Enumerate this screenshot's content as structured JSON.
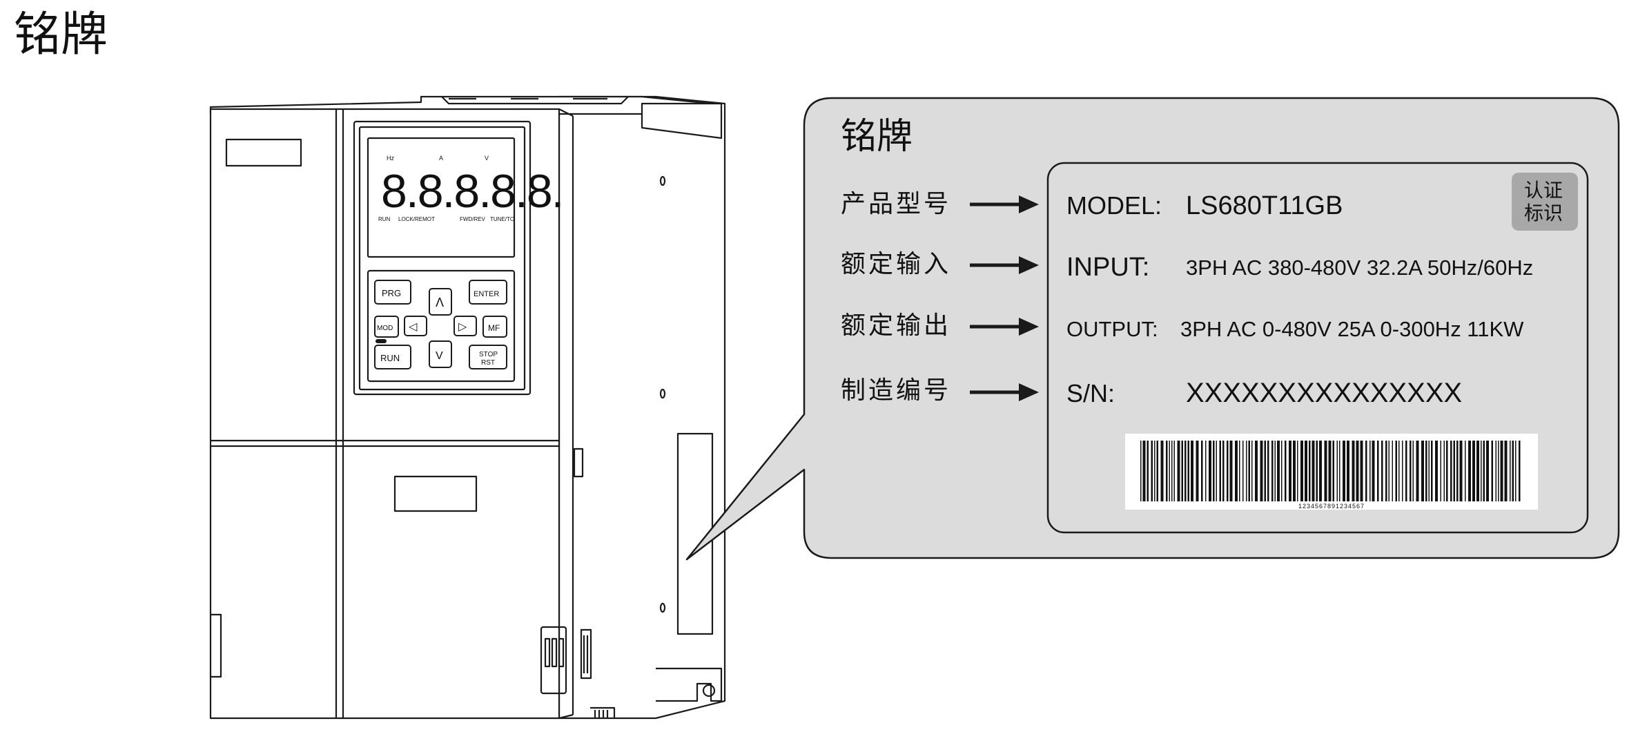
{
  "page": {
    "title": "铭牌"
  },
  "callout": {
    "title": "铭牌"
  },
  "nameplate": {
    "cert_badge": {
      "line1": "认证",
      "line2": "标识"
    },
    "rows": [
      {
        "pointer_label": "产品型号",
        "key": "MODEL:",
        "value": "LS680T11GB"
      },
      {
        "pointer_label": "额定输入",
        "key": "INPUT:",
        "value": "3PH  AC 380-480V 32.2A 50Hz/60Hz"
      },
      {
        "pointer_label": "额定输出",
        "key": "OUTPUT:",
        "value": "3PH  AC 0-480V 25A  0-300Hz 11KW"
      },
      {
        "pointer_label": "制造编号",
        "key": "S/N:",
        "value": "XXXXXXXXXXXXXXX"
      }
    ],
    "barcode_digits": "1234567891234567"
  },
  "device": {
    "keypad": {
      "prg": "PRG",
      "enter": "ENTER",
      "mod": "MOD",
      "mf": "MF",
      "run": "RUN",
      "stop_line1": "STOP",
      "stop_line2": "RST",
      "up": "Λ",
      "down": "V",
      "left": "◁",
      "right": "▷"
    },
    "display": {
      "digits": "8.8.8.8.8."
    },
    "indicators": {
      "top_left": "Hz",
      "top_mid": "A",
      "top_right": "V",
      "run": "RUN",
      "lock": "LOCK/REMOT",
      "fwd": "FWD/REV",
      "tune": "TUNE/TC"
    }
  },
  "colors": {
    "callout_fill": "#dcdcdc",
    "badge_fill": "#a8a8a8",
    "line": "#1a1a1a"
  }
}
